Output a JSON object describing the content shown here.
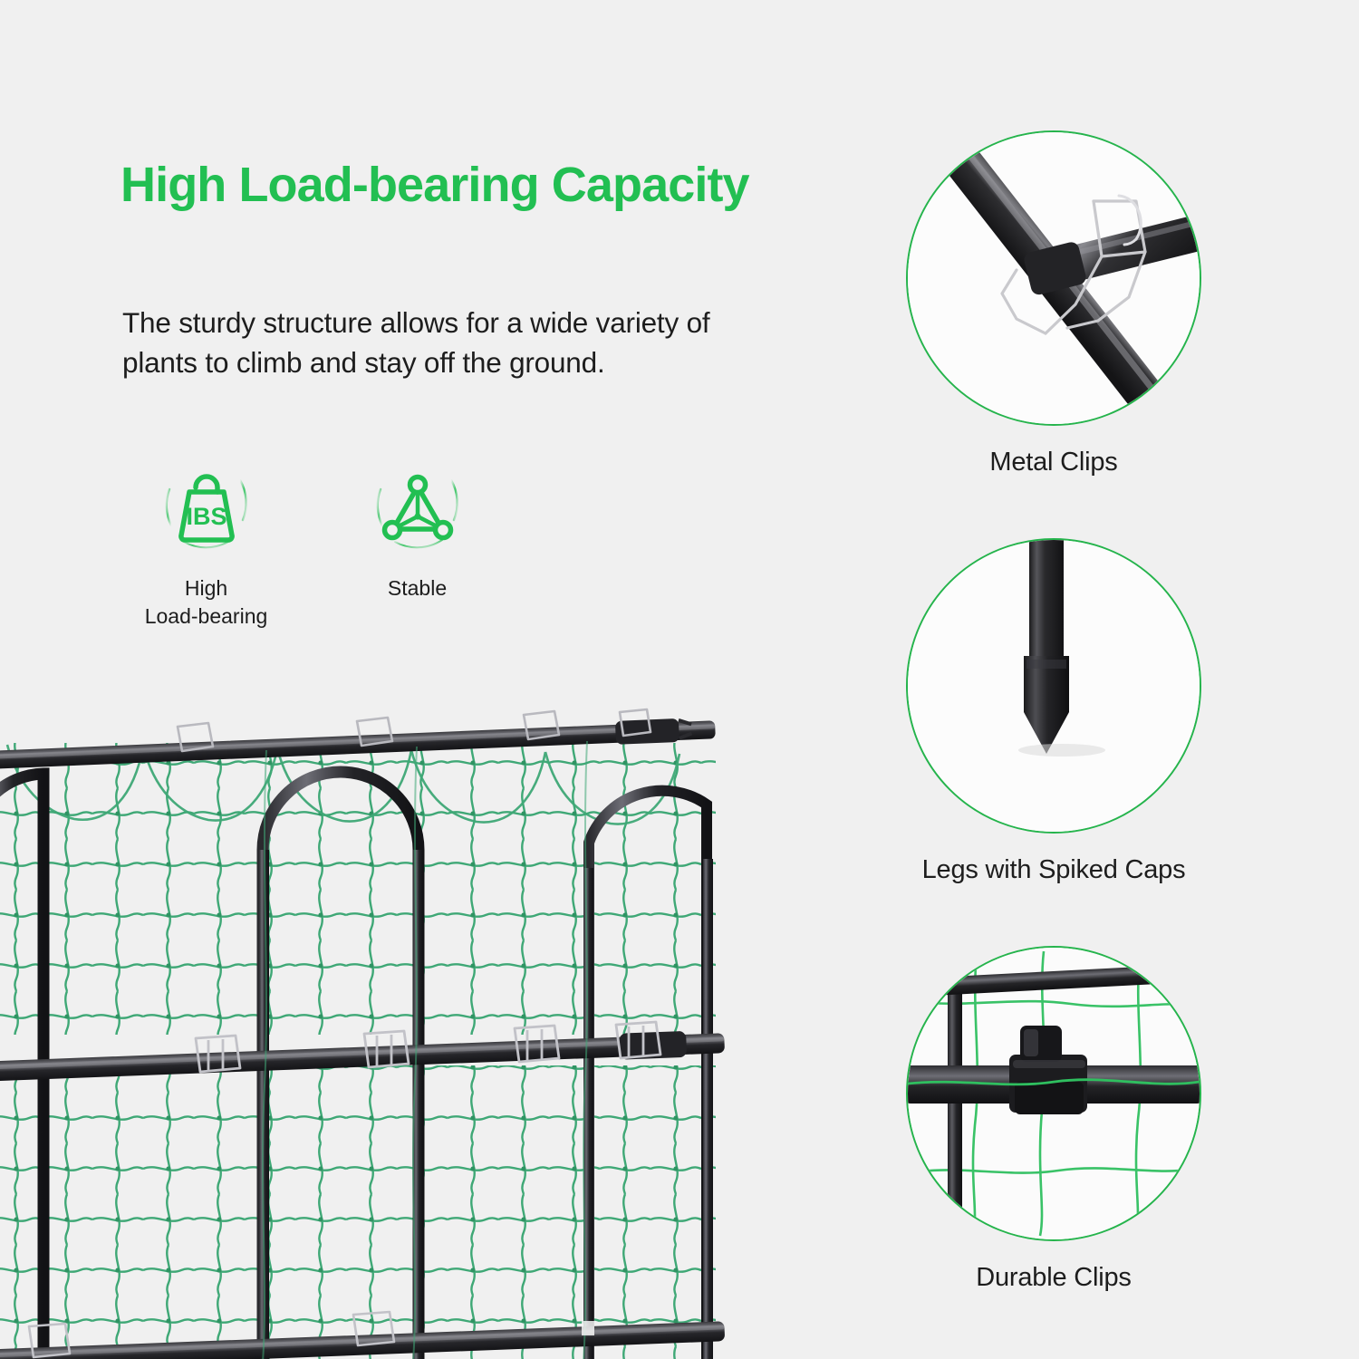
{
  "background_color": "#f0f0f0",
  "accent_color": "#22bf52",
  "text_color": "#1d1d1d",
  "net_color": "#3fa876",
  "pole_color": "#2b2b2d",
  "headline": "High Load-bearing Capacity",
  "subcopy": "The sturdy structure allows for a wide variety of plants to climb and stay off the ground.",
  "features": [
    {
      "icon": "load-bag-icon",
      "icon_text": "IBS",
      "label": "High\nLoad-bearing"
    },
    {
      "icon": "tripod-stable-icon",
      "label": "Stable"
    }
  ],
  "details": [
    {
      "id": "metal-clips",
      "caption": "Metal Clips",
      "photo": "crossed-poles-with-wire-clip"
    },
    {
      "id": "spiked-caps",
      "caption": "Legs with Spiked Caps",
      "photo": "pole-with-spiked-cap"
    },
    {
      "id": "durable-clips",
      "caption": "Durable Clips",
      "photo": "pole-with-plastic-clip-and-net"
    }
  ],
  "product_photo": {
    "name": "garden-trellis-with-green-netting",
    "description": "Black tubular trellis frame with arched hoops and green climbing net"
  }
}
